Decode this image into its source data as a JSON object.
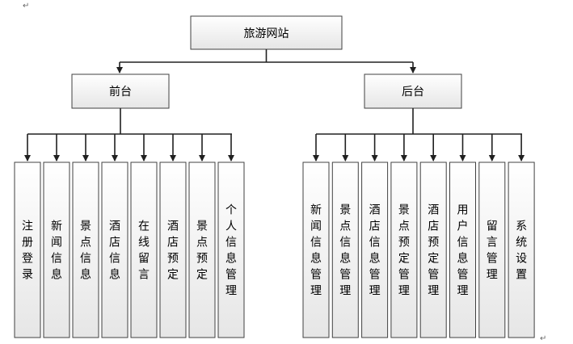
{
  "root": {
    "label": "旅游网站"
  },
  "frontend": {
    "label": "前台",
    "items": [
      "注册登录",
      "新闻信息",
      "景点信息",
      "酒店信息",
      "在线留言",
      "酒店预定",
      "景点预定",
      "个人信息管理"
    ]
  },
  "backend": {
    "label": "后台",
    "items": [
      "新闻信息管理",
      "景点信息管理",
      "酒店信息管理",
      "景点预定管理",
      "酒店预定管理",
      "用户信息管理",
      "留言管理",
      "系统设置"
    ]
  },
  "marks": {
    "return_symbol": "↵"
  }
}
